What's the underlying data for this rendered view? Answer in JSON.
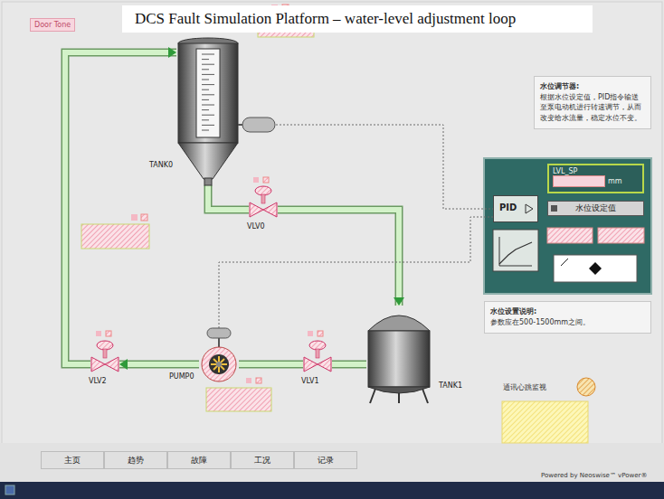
{
  "diagram": {
    "title": "DCS Fault Simulation Platform – water-level adjustment loop",
    "nodes": [
      {
        "text": [
          "TANK0"
        ]
      },
      {
        "text": [
          "VLV0"
        ]
      },
      {
        "text": [
          "TANK1"
        ]
      },
      {
        "text": [
          "VLV1"
        ]
      },
      {
        "text": [
          "PUMP0"
        ]
      },
      {
        "text": [
          "VLV2"
        ]
      },
      {
        "text": [
          "水位调节器:",
          "根据水位设定值，PID指令输送至泵电动机进行转速调节，从而改变给水流量，稳定水位不变。"
        ]
      },
      {
        "text": [
          "PID"
        ]
      },
      {
        "text": [
          "LVL_SP",
          "mm"
        ]
      },
      {
        "text": [
          "水位设定值"
        ]
      },
      {
        "text": [
          "水位设置说明:",
          "参数应在500-1500mm之间。"
        ]
      },
      {
        "text": [
          "主页"
        ]
      },
      {
        "text": [
          "趋势"
        ]
      },
      {
        "text": [
          "故障"
        ]
      },
      {
        "text": [
          "工况"
        ]
      },
      {
        "text": [
          "记录"
        ]
      }
    ],
    "edges": [
      {
        "from": 0,
        "to": 1,
        "arrow": "none"
      },
      {
        "from": 1,
        "to": 2,
        "arrow": "to"
      },
      {
        "from": 2,
        "to": 3,
        "arrow": "none"
      },
      {
        "from": 3,
        "to": 4,
        "arrow": "none"
      },
      {
        "from": 4,
        "to": 5,
        "arrow": "to"
      },
      {
        "from": 5,
        "to": 0,
        "arrow": "to"
      },
      {
        "from": 0,
        "to": 7,
        "arrow": "none"
      },
      {
        "from": 4,
        "to": 7,
        "arrow": "none"
      }
    ],
    "labels": [
      "Door Tone",
      "通讯心跳监视",
      "Powered by Neoswise™ vPower®"
    ]
  }
}
